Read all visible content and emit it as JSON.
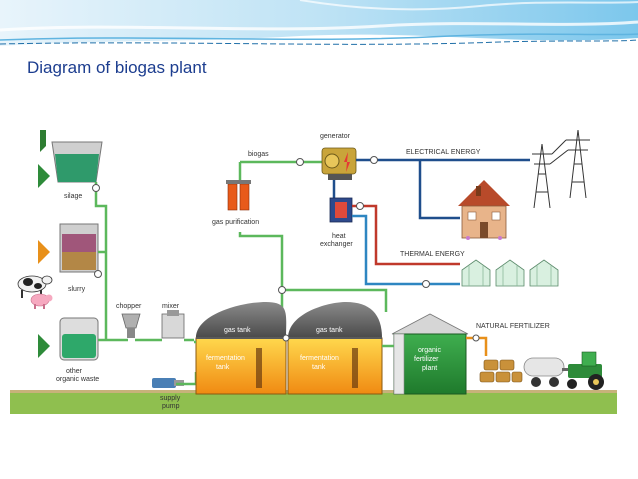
{
  "slide": {
    "title": "Diagram of biogas plant"
  },
  "diagram": {
    "labels": {
      "silage": "silage",
      "slurry": "slurry",
      "other_waste_line1": "other",
      "other_waste_line2": "organic waste",
      "chopper": "chopper",
      "mixer": "mixer",
      "supply_pump_line1": "supply",
      "supply_pump_line2": "pump",
      "biogas": "biogas",
      "gas_purification": "gas purification",
      "generator": "generator",
      "electrical_energy": "ELECTRICAL ENERGY",
      "heat_exchanger_line1": "heat",
      "heat_exchanger_line2": "exchanger",
      "thermal_energy": "THERMAL ENERGY",
      "gas_tank_1": "gas tank",
      "gas_tank_2": "gas tank",
      "fermentation_tank_1_line1": "fermentation",
      "fermentation_tank_1_line2": "tank",
      "fermentation_tank_2_line1": "fermentation",
      "fermentation_tank_2_line2": "tank",
      "fertilizer_plant_line1": "organic",
      "fertilizer_plant_line2": "fertilizer",
      "fertilizer_plant_line3": "plant",
      "natural_fertilizer": "NATURAL FERTILIZER"
    },
    "colors": {
      "biogas_pipe": "#5cb85c",
      "electric_line": "#1f4e8c",
      "thermal_hot": "#c0392b",
      "thermal_cold": "#2e86c1",
      "tank_fill": "#f5a623",
      "fertilizer_green": "#2e8b3a",
      "ground": "#8fbf4f"
    }
  }
}
